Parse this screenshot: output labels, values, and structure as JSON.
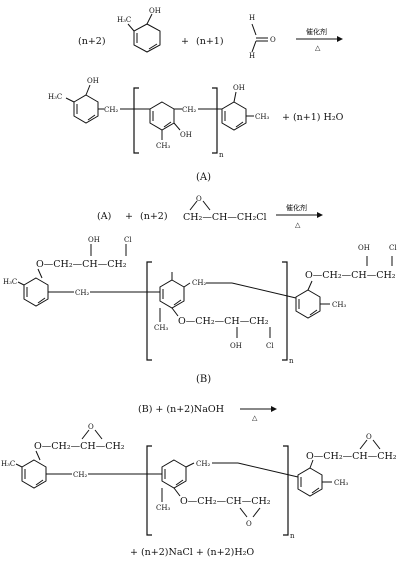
{
  "reaction1": {
    "coef_cresol": "(n+2)",
    "cresol_oh": "OH",
    "cresol_ch3": "H₃C",
    "plus": "+",
    "coef_formaldehyde": "(n+1)",
    "formaldehyde_h": "H",
    "formaldehyde_o": "O",
    "formaldehyde_h2": "H",
    "catalyst": "催化剂",
    "delta": "△",
    "product_left_oh": "OH",
    "product_left_ch3": "H₃C",
    "ch2": "CH₂",
    "repeat_oh": "OH",
    "repeat_ch3": "CH₃",
    "product_right_oh": "OH",
    "product_right_ch3": "CH₃",
    "subscript_n": "n",
    "water": "+ (n+1) H₂O",
    "label": "(A)"
  },
  "reaction2": {
    "reactant_a": "(A)",
    "plus": "+",
    "coef": "(n+2)",
    "epichlorohydrin": "CH₂—CH—CH₂Cl",
    "epoxide_o": "O",
    "catalyst": "催化剂",
    "delta": "△",
    "oh": "OH",
    "cl": "Cl",
    "chain_left": "O—CH₂—CH—CH₂",
    "chain_right": "O—CH₂—CH—CH₂",
    "chain_mid": "O—CH₂—CH—CH₂",
    "h3c": "H₃C",
    "ch2": "CH₂",
    "ch3": "CH₃",
    "subscript_n": "n",
    "label": "(B)"
  },
  "reaction3": {
    "equation": "(B) + (n+2)NaOH",
    "delta": "△",
    "chain_left": "O—CH₂—CH—CH₂",
    "chain_right": "O—CH₂—CH—CH₂",
    "chain_mid": "O—CH₂—CH—CH₂",
    "epoxide_o": "O",
    "h3c": "H₃C",
    "ch2": "CH₂",
    "ch3": "CH₃",
    "subscript_n": "n",
    "byproducts": "+ (n+2)NaCl + (n+2)H₂O"
  }
}
